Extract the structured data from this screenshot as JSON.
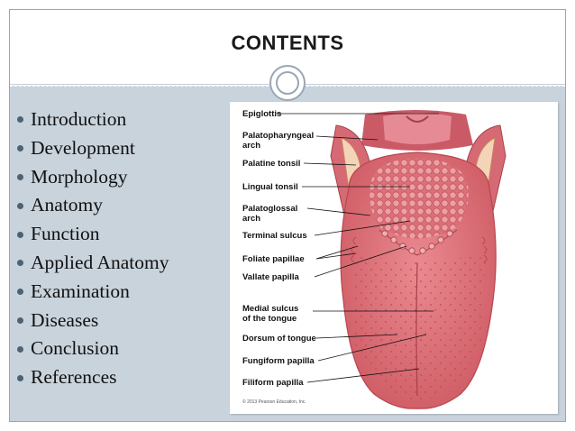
{
  "slide": {
    "title": "CONTENTS"
  },
  "toc": {
    "items": [
      {
        "label": "Introduction"
      },
      {
        "label": "Development"
      },
      {
        "label": "Morphology"
      },
      {
        "label": "Anatomy"
      },
      {
        "label": "Function"
      },
      {
        "label": "Applied Anatomy"
      },
      {
        "label": "Examination"
      },
      {
        "label": "Diseases"
      },
      {
        "label": "Conclusion"
      },
      {
        "label": "References"
      }
    ]
  },
  "figure": {
    "labels": {
      "epiglottis": "Epiglottis",
      "palatopharyngeal_1": "Palatopharyngeal",
      "palatopharyngeal_2": "arch",
      "palatine_tonsil": "Palatine tonsil",
      "lingual_tonsil": "Lingual tonsil",
      "palatoglossal_1": "Palatoglossal",
      "palatoglossal_2": "arch",
      "terminal_sulcus": "Terminal sulcus",
      "foliate_papillae": "Foliate papillae",
      "vallate_papilla": "Vallate papilla",
      "medial_sulcus_1": "Medial sulcus",
      "medial_sulcus_2": "of the tongue",
      "dorsum": "Dorsum of tongue",
      "fungiform": "Fungiform papilla",
      "filiform": "Filiform papilla"
    },
    "copyright": "© 2013 Pearson Education, Inc."
  },
  "colors": {
    "accent": "#9aa7b4",
    "content_band": "#c9d3dc",
    "bullet": "#4d6273",
    "tongue": "#e0737b",
    "tongue_dark": "#c4525b"
  }
}
